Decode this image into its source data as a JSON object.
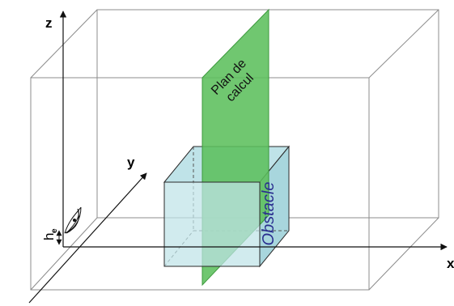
{
  "labels": {
    "axis_z": "z",
    "axis_y": "y",
    "axis_x": "x",
    "plane_line1": "Plan de",
    "plane_line2": "calcul",
    "obstacle": "Obstacle",
    "height_main": "h",
    "height_sub": "e"
  },
  "colors": {
    "box_edges": "#8c8c8c",
    "plane_fill": "#5cbf5c",
    "plane_stroke": "#3d9a3d",
    "obstacle_fill": "#bfe3e8",
    "obstacle_stroke": "#2a2a2a",
    "obstacle_text": "#2a2f8f"
  },
  "icons": {
    "observer": "eye-icon"
  }
}
